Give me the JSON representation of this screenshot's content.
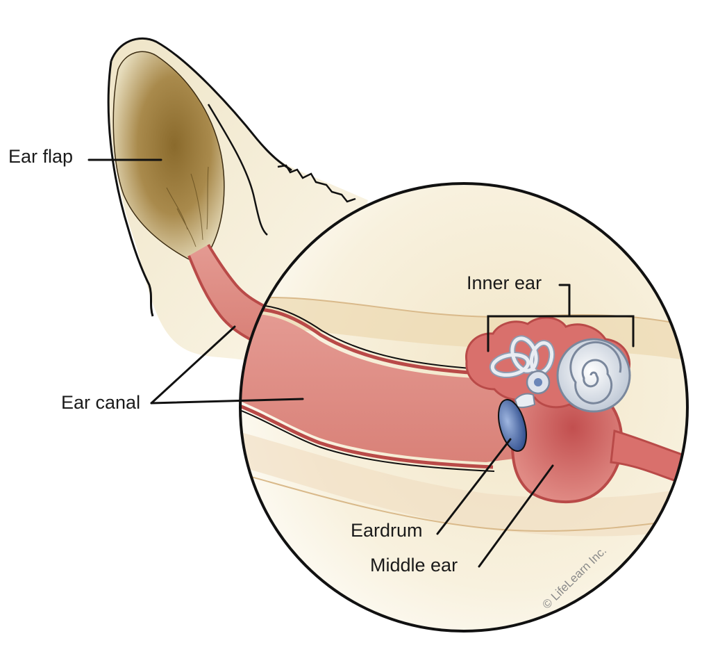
{
  "labels": {
    "ear_flap": "Ear flap",
    "ear_canal": "Ear canal",
    "inner_ear": "Inner ear",
    "eardrum": "Eardrum",
    "middle_ear": "Middle ear"
  },
  "credit": "© LifeLearn Inc.",
  "colors": {
    "pinna_outer": "#f4ecd4",
    "pinna_inner": "#8a6a2c",
    "canal": "#de8e86",
    "canal_wall": "#b94a48",
    "middle_ear": "#d9706c",
    "cochlea": "#d8dde6",
    "eardrum": "#3b5a9a",
    "background_circle": "#f6efd9",
    "outline": "#111111"
  }
}
